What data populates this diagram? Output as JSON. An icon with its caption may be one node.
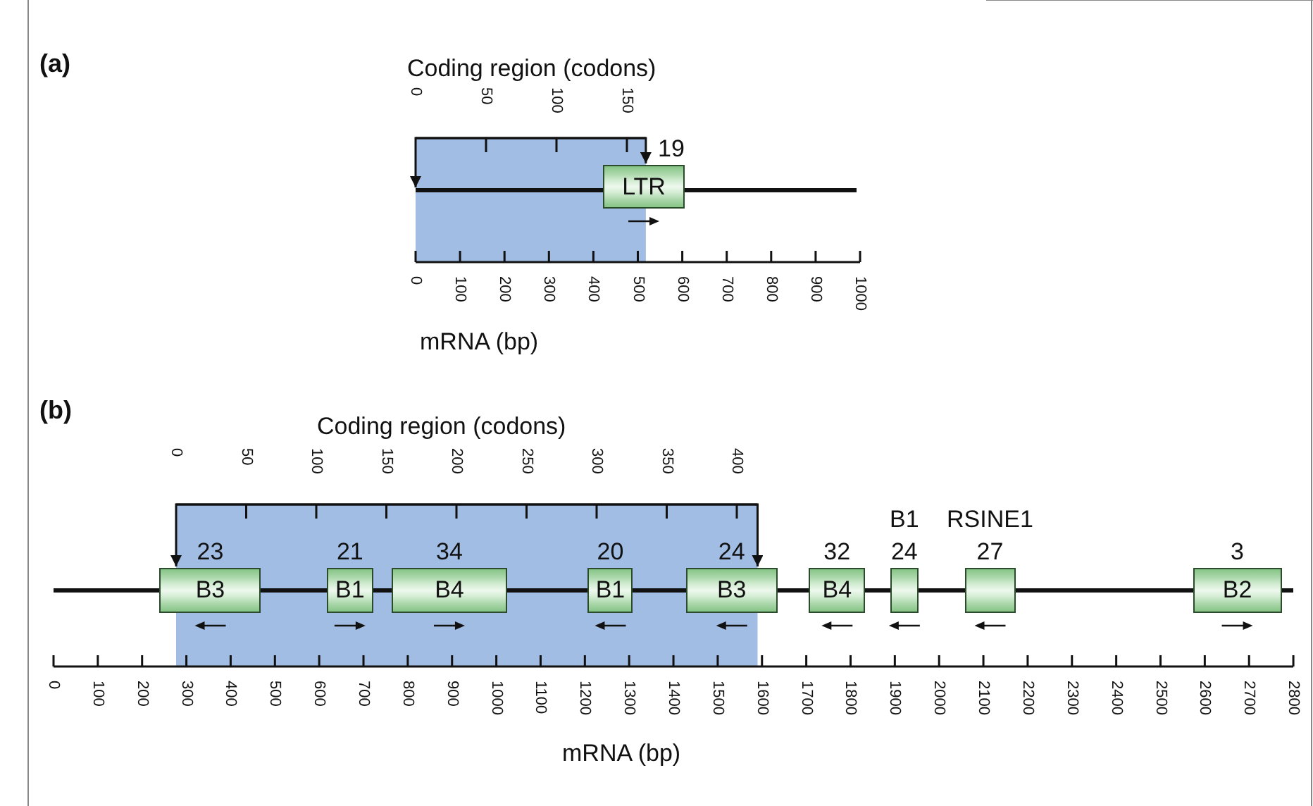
{
  "diagram": {
    "nodes": [
      {
        "text": [
          "LTR"
        ],
        "beside": [
          "19"
        ]
      },
      {
        "text": [
          "B3"
        ],
        "beside": [
          "23"
        ]
      },
      {
        "text": [
          "B1"
        ],
        "beside": [
          "21"
        ]
      },
      {
        "text": [
          "B4"
        ],
        "beside": [
          "34"
        ]
      },
      {
        "text": [
          "B1"
        ],
        "beside": [
          "20"
        ]
      },
      {
        "text": [
          "B3"
        ],
        "beside": [
          "24"
        ]
      },
      {
        "text": [
          "B4"
        ],
        "beside": [
          "32"
        ]
      },
      {
        "text": [],
        "shape": "box",
        "beside": [
          "B1",
          "24"
        ]
      },
      {
        "text": [],
        "shape": "box",
        "beside": [
          "RSINE1",
          "27"
        ]
      },
      {
        "text": [
          "B2"
        ],
        "beside": [
          "3"
        ]
      }
    ],
    "edges": [
      {
        "from": null,
        "to": 0,
        "arrow": "both"
      },
      {
        "from": 1,
        "to": 5,
        "arrow": "both"
      }
    ],
    "labels": [
      "(a)",
      "Coding region (codons)",
      "0",
      "50",
      "100",
      "150",
      "0",
      "100",
      "200",
      "300",
      "400",
      "500",
      "600",
      "700",
      "800",
      "900",
      "1000",
      "mRNA (bp)",
      "(b)",
      "Coding region (codons)",
      "0",
      "50",
      "100",
      "150",
      "200",
      "250",
      "300",
      "350",
      "400",
      "0",
      "100",
      "200",
      "300",
      "400",
      "500",
      "600",
      "700",
      "800",
      "900",
      "1000",
      "1100",
      "1200",
      "1300",
      "1400",
      "1500",
      "1600",
      "1700",
      "1800",
      "1900",
      "2000",
      "2100",
      "2200",
      "2300",
      "2400",
      "2500",
      "2600",
      "2700",
      "2800",
      "mRNA (bp)"
    ]
  }
}
